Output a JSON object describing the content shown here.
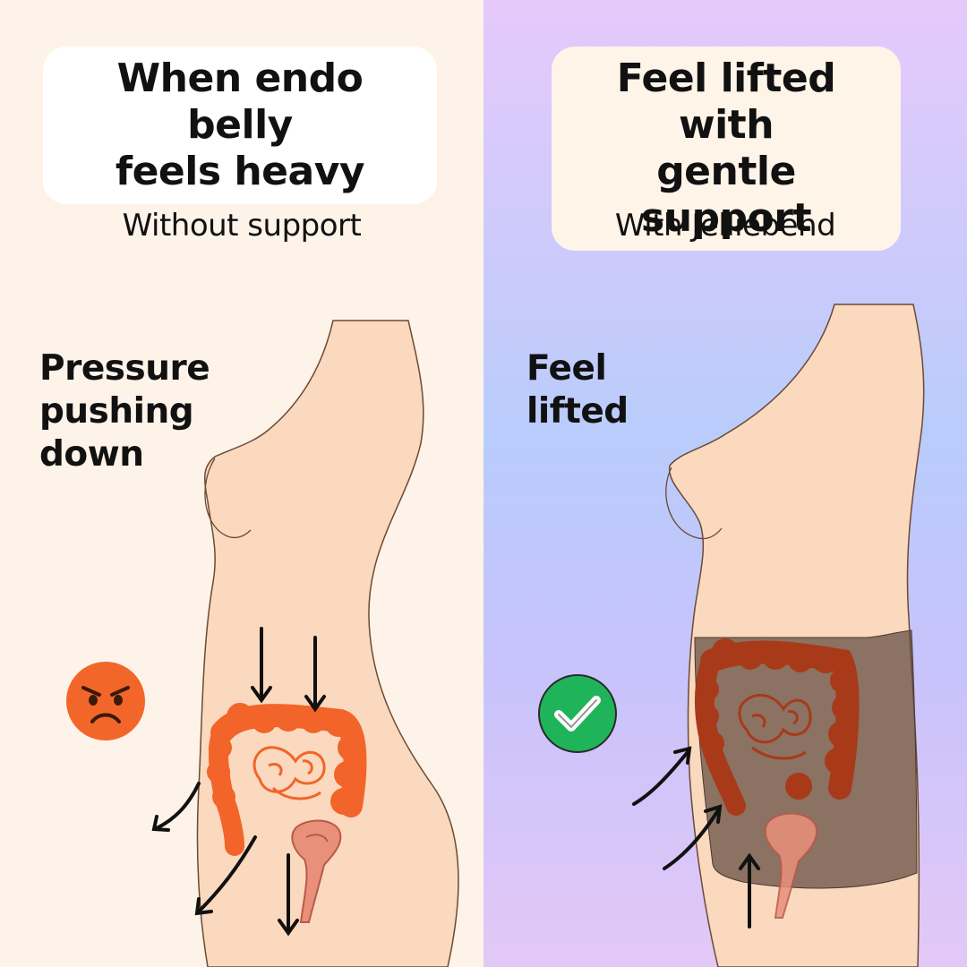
{
  "left": {
    "title": "When endo belly\nfeels heavy",
    "subtitle": "Without support",
    "callout": "Pressure\npushing\ndown",
    "icon": "angry-face-icon"
  },
  "right": {
    "title": "Feel lifted with\ngentle support",
    "subtitle": "With Jelliebend",
    "callout": "Feel\nlifted",
    "icon": "check-mark-icon"
  },
  "colors": {
    "left_bg": "#fdf3e9",
    "right_bg_top": "#e6c9fb",
    "right_bg_mid": "#b9ccfb",
    "skin": "#fbd9bf",
    "intestine": "#f2642a",
    "intestine_dark": "#a83a1a",
    "band": "#5f4a3e",
    "check_green": "#1fb45a",
    "angry": "#f3662a"
  }
}
